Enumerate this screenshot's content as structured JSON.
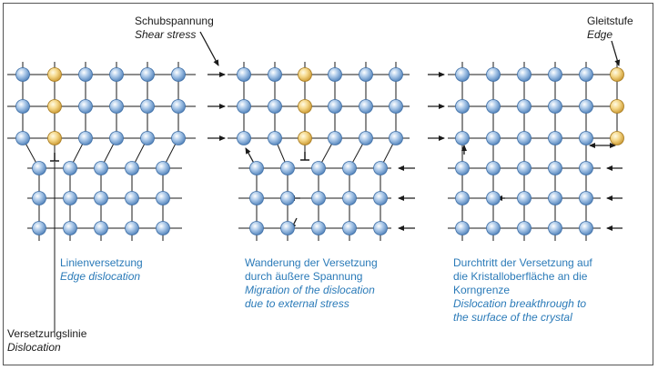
{
  "colors": {
    "atom_blue": "#8fb5dd",
    "atom_yellow": "#f1cf78",
    "line": "#1a1a1a",
    "text": "#1a1a1a",
    "translation": "#2a7ab8",
    "border": "#555555"
  },
  "labels": {
    "shear": {
      "de": "Schubspannung",
      "en": "Shear stress"
    },
    "step": {
      "de": "Gleitstufe",
      "en": "Edge"
    },
    "panel1": {
      "de1": "Linienversetzung",
      "en1": "Edge dislocation"
    },
    "panel2": {
      "de1": "Wanderung der Versetzung",
      "de2": "durch äußere Spannung",
      "en1": "Migration of the dislocation",
      "en2": "due to external stress"
    },
    "panel3": {
      "de1": "Durchtritt der Versetzung auf",
      "de2": "die Kristalloberfläche an die",
      "de3": "Korngrenze",
      "en1": "Dislocation breakthrough to",
      "en2": "the surface of the crystal"
    },
    "line": {
      "de": "Versetzungslinie",
      "en": "Dislocation"
    }
  }
}
